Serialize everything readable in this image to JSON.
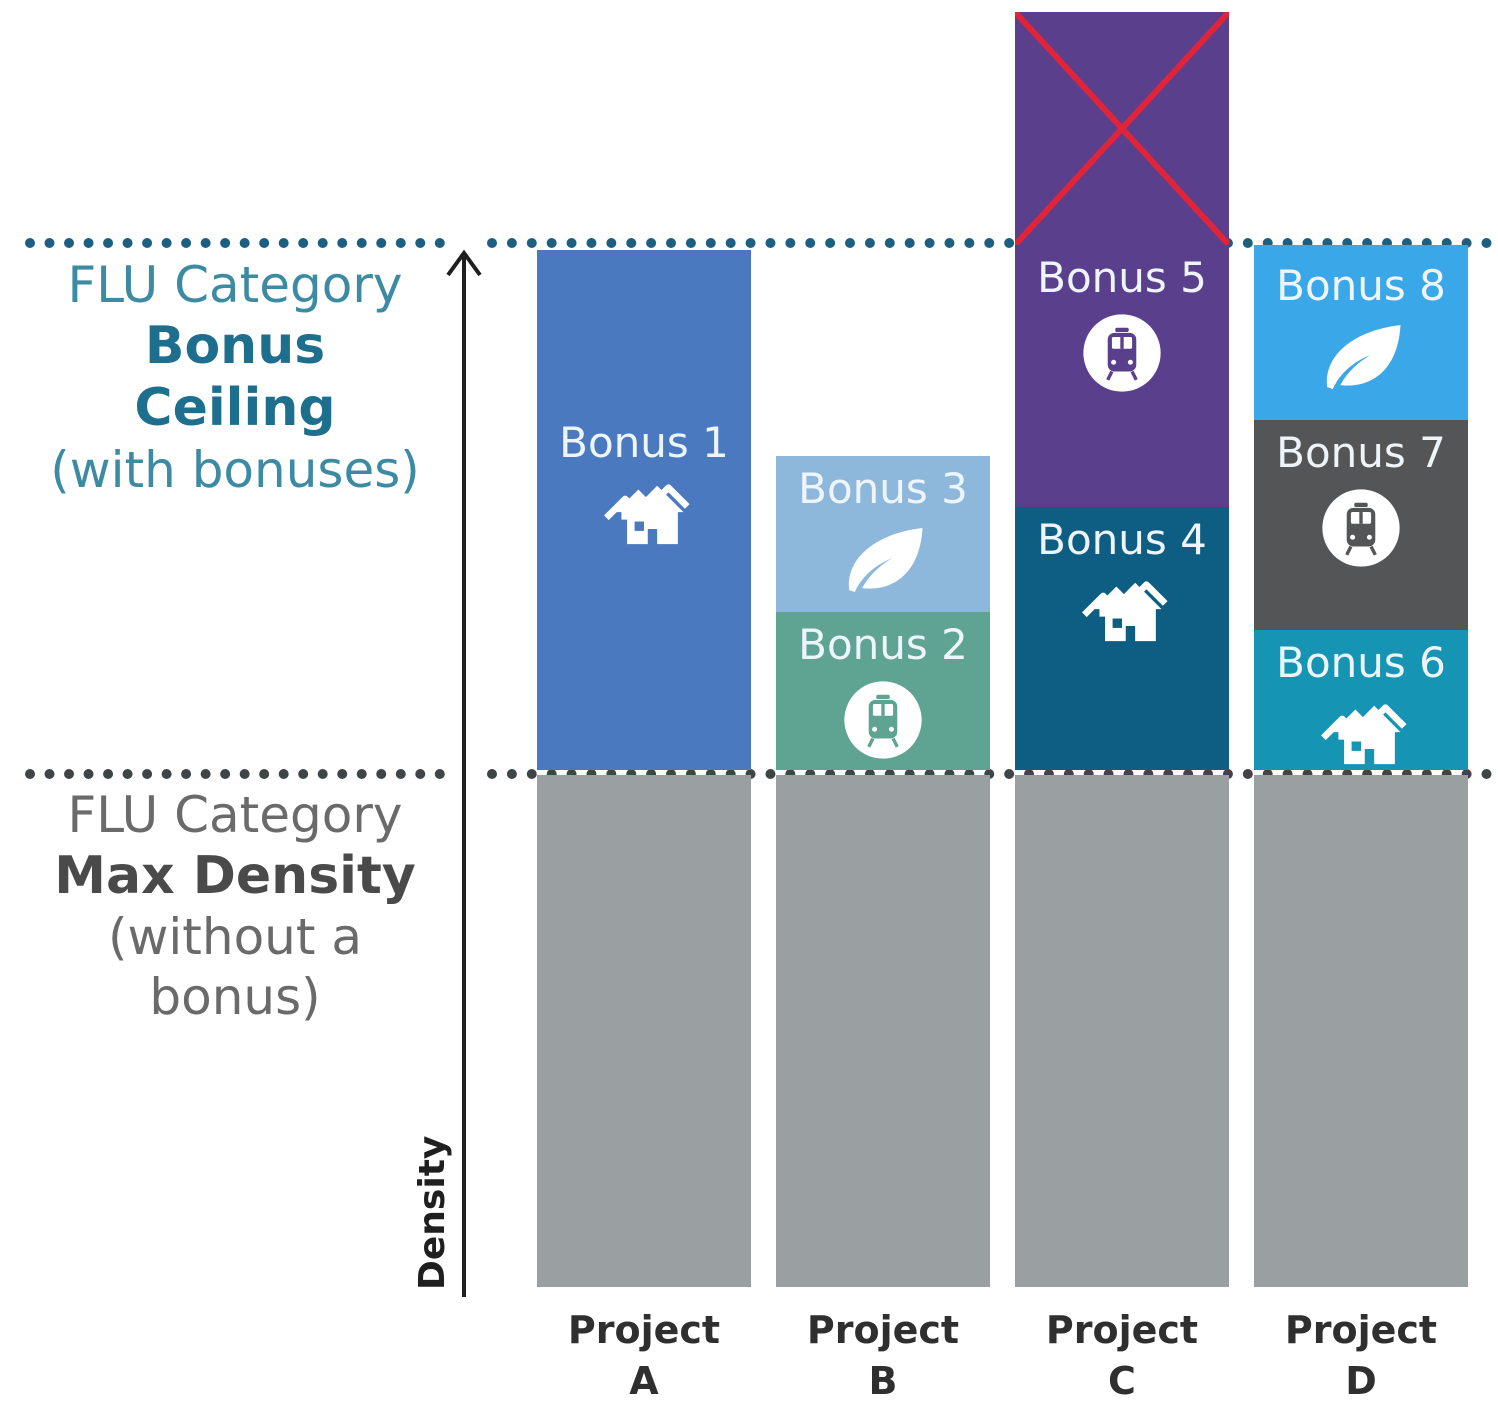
{
  "labels": {
    "ceiling_line1": "FLU Category",
    "ceiling_line2": "Bonus Ceiling",
    "ceiling_line3": "(with bonuses)",
    "max_line1": "FLU Category",
    "max_line2": "Max Density",
    "max_line3": "(without a bonus)",
    "axis_title": "Density"
  },
  "projects": [
    {
      "name_line1": "Project",
      "name_line2": "A",
      "bonuses": [
        {
          "label": "Bonus 1",
          "icon": "houses-icon",
          "color": "#4a79bf"
        }
      ]
    },
    {
      "name_line1": "Project",
      "name_line2": "B",
      "bonuses": [
        {
          "label": "Bonus 2",
          "icon": "train-icon",
          "color": "#5fa393"
        },
        {
          "label": "Bonus 3",
          "icon": "leaf-icon",
          "color": "#8db8dc"
        }
      ]
    },
    {
      "name_line1": "Project",
      "name_line2": "C",
      "bonuses": [
        {
          "label": "Bonus 4",
          "icon": "houses-icon",
          "color": "#0e5d82"
        },
        {
          "label": "Bonus 5",
          "icon": "train-icon",
          "color": "#5a3f8c"
        }
      ],
      "exceeds_ceiling": true
    },
    {
      "name_line1": "Project",
      "name_line2": "D",
      "bonuses": [
        {
          "label": "Bonus 6",
          "icon": "houses-icon",
          "color": "#1694b4"
        },
        {
          "label": "Bonus 7",
          "icon": "train-icon",
          "color": "#545556"
        },
        {
          "label": "Bonus 8",
          "icon": "leaf-icon",
          "color": "#3aa7e8"
        }
      ]
    }
  ],
  "colors": {
    "base_block": "#9aa0a2",
    "ceiling_line": "#1d5f80",
    "base_line": "#3f4547",
    "cross": "#e0243a"
  }
}
